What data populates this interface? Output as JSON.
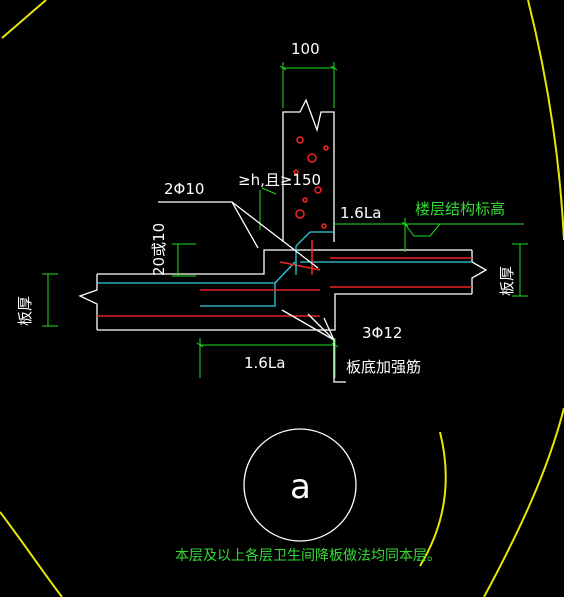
{
  "labels": {
    "dim_wall": "100",
    "rebar_top": "2Φ10",
    "condition": "≥h,且≥150",
    "anchor_top": "1.6La",
    "floor_level": "楼层结构标高",
    "drop_height": "20或10",
    "slab_thk_left": "板厚",
    "slab_thk_right": "板厚",
    "rebar_bottom": "3Φ12",
    "anchor_bottom": "1.6La",
    "bottom_rebar_note": "板底加强筋",
    "detail_mark": "a",
    "note": "本层及以上各层卫生间降板做法均同本层。"
  },
  "colors": {
    "background": "#000000",
    "outline": "#ffffff",
    "dimension": "#22dd22",
    "rebar_cyan": "#33ccdd",
    "rebar_red": "#ee2222",
    "border_yellow": "#e6e600"
  }
}
